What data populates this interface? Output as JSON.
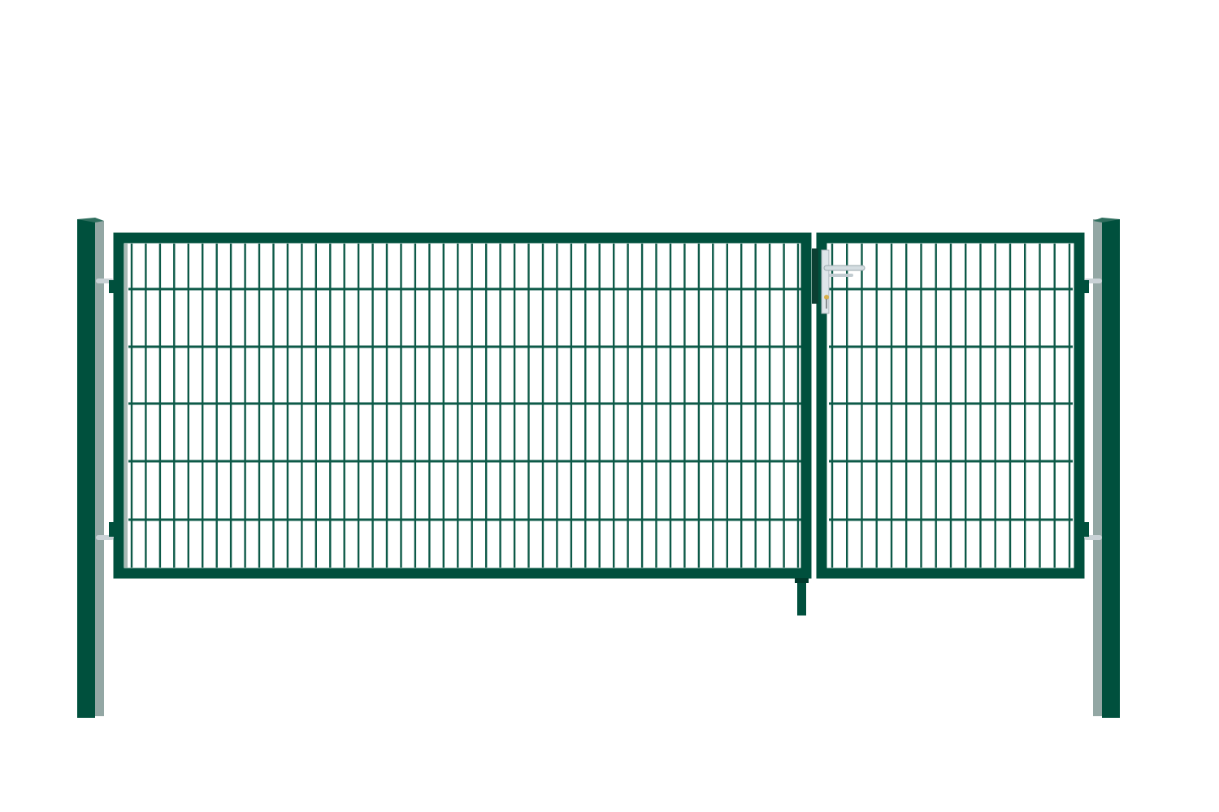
{
  "product": {
    "name": "double-leaf-mesh-gate",
    "colors": {
      "frame": "#00503d",
      "frame_dark": "#003a2c",
      "post_side": "#8fa3a0",
      "wire": "#0d5a48",
      "metal": "#c9d2d6"
    },
    "left_leaf": {
      "vertical_wires": 48,
      "horizontal_wires": 5
    },
    "right_leaf": {
      "vertical_wires": 17,
      "horizontal_wires": 5
    }
  }
}
